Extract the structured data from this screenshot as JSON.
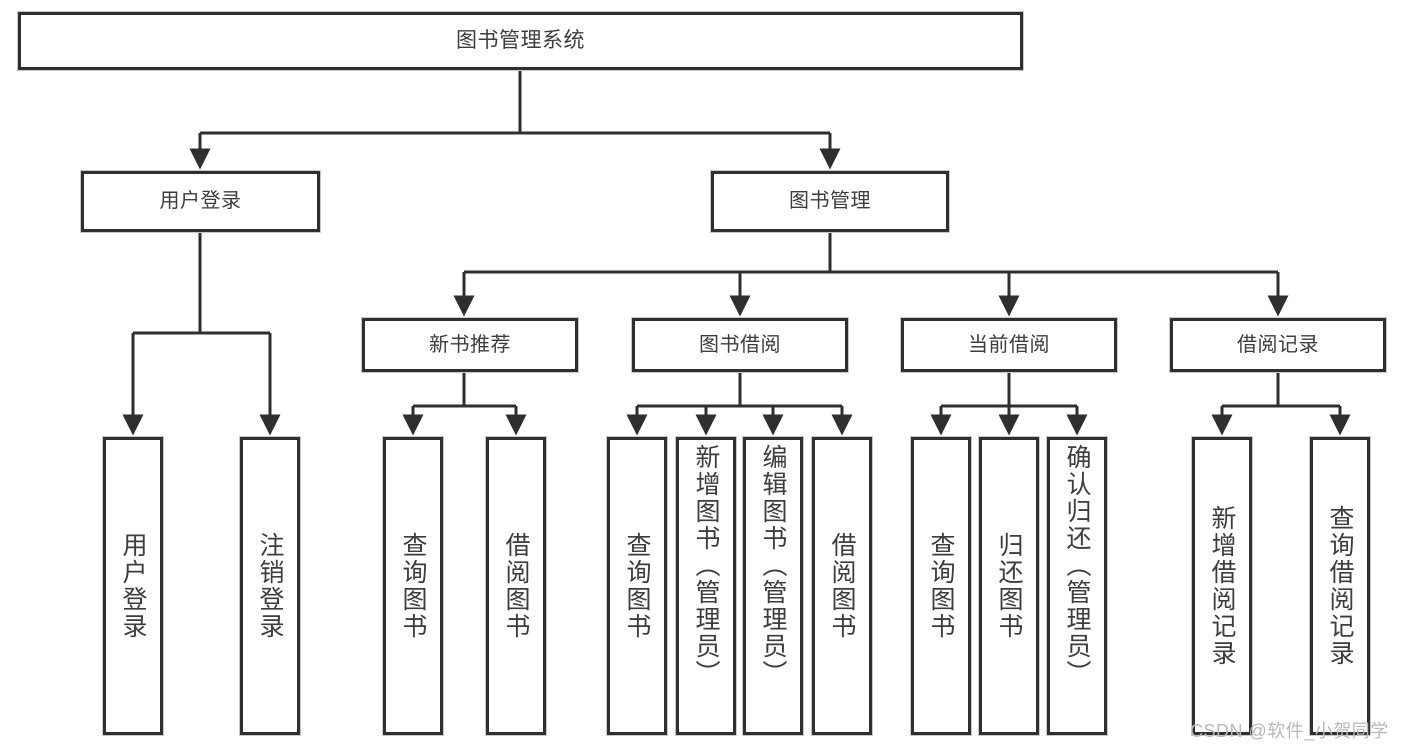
{
  "diagram": {
    "type": "tree-hierarchy",
    "title": "图书管理系统",
    "watermark": "CSDN @软件_小贺同学",
    "colors": {
      "box_border": "#2f2f2f",
      "box_fill": "#ffffff",
      "connector": "#2f2f2f",
      "text": "#3d3d3d",
      "watermark": "#b9b9b9"
    },
    "nodes": {
      "root": {
        "label": "图书管理系统",
        "level": 0
      },
      "l1": [
        {
          "label": "用户登录",
          "level": 1
        },
        {
          "label": "图书管理",
          "level": 1
        }
      ],
      "l2": [
        {
          "label": "新书推荐",
          "level": 2
        },
        {
          "label": "图书借阅",
          "level": 2
        },
        {
          "label": "当前借阅",
          "level": 2
        },
        {
          "label": "借阅记录",
          "level": 2
        }
      ],
      "leaves": {
        "user_login": [
          {
            "label": "用户登录"
          },
          {
            "label": "注销登录"
          }
        ],
        "new_book": [
          {
            "label": "查询图书"
          },
          {
            "label": "借阅图书"
          }
        ],
        "book_borrow": [
          {
            "label": "查询图书"
          },
          {
            "label": "新增图书（管理员）"
          },
          {
            "label": "编辑图书（管理员）"
          },
          {
            "label": "借阅图书"
          }
        ],
        "current_borrow": [
          {
            "label": "查询图书"
          },
          {
            "label": "归还图书"
          },
          {
            "label": "确认归还（管理员）"
          }
        ],
        "borrow_record": [
          {
            "label": "新增借阅记录"
          },
          {
            "label": "查询借阅记录"
          }
        ]
      }
    },
    "edges": [
      {
        "from": "图书管理系统",
        "to": "用户登录"
      },
      {
        "from": "图书管理系统",
        "to": "图书管理"
      },
      {
        "from": "图书管理",
        "to": "新书推荐"
      },
      {
        "from": "图书管理",
        "to": "图书借阅"
      },
      {
        "from": "图书管理",
        "to": "当前借阅"
      },
      {
        "from": "图书管理",
        "to": "借阅记录"
      },
      {
        "from": "用户登录",
        "to": "用户登录"
      },
      {
        "from": "用户登录",
        "to": "注销登录"
      },
      {
        "from": "新书推荐",
        "to": "查询图书"
      },
      {
        "from": "新书推荐",
        "to": "借阅图书"
      },
      {
        "from": "图书借阅",
        "to": "查询图书"
      },
      {
        "from": "图书借阅",
        "to": "新增图书（管理员）"
      },
      {
        "from": "图书借阅",
        "to": "编辑图书（管理员）"
      },
      {
        "from": "图书借阅",
        "to": "借阅图书"
      },
      {
        "from": "当前借阅",
        "to": "查询图书"
      },
      {
        "from": "当前借阅",
        "to": "归还图书"
      },
      {
        "from": "当前借阅",
        "to": "确认归还（管理员）"
      },
      {
        "from": "借阅记录",
        "to": "新增借阅记录"
      },
      {
        "from": "借阅记录",
        "to": "查询借阅记录"
      }
    ]
  }
}
